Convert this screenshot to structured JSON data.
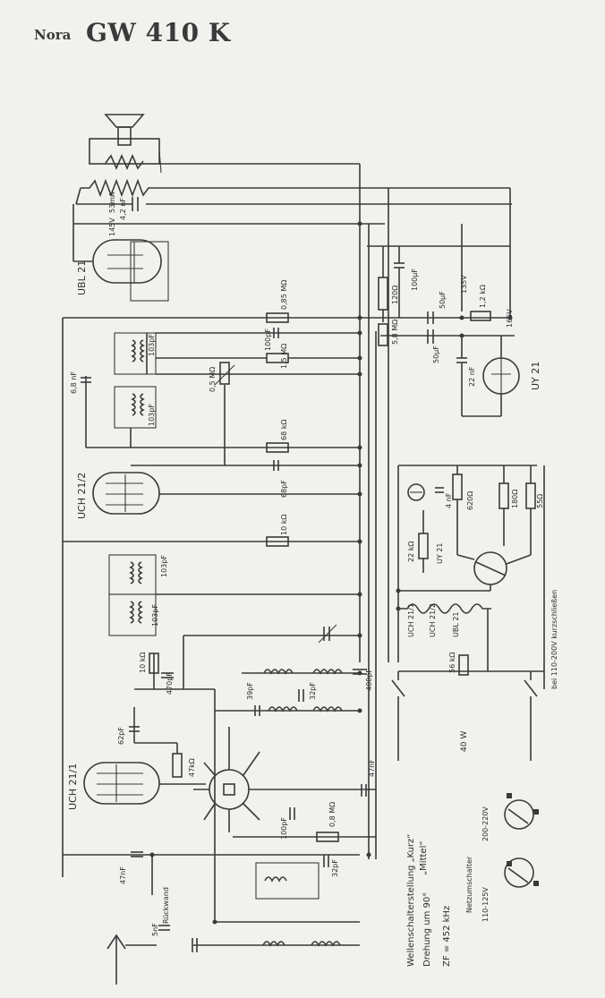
{
  "header": {
    "brand": "Nora",
    "model": "GW 410 K"
  },
  "tubes": {
    "ubl21": "UBL 21",
    "uch21_2": "UCH 21/2",
    "uch21_1": "UCH 21/1",
    "uy21": "UY 21"
  },
  "ratings": {
    "voltage_145": "145V",
    "current_53": "53mA"
  },
  "components": {
    "c_42nf": "4,2 nF",
    "r_085": "0,85 MΩ",
    "r_120": "120Ω",
    "c_100uf": "100µF",
    "v_135": "135V",
    "c_50uf_a": "50µF",
    "r_12k": "1,2 kΩ",
    "v_165": "165V",
    "c_100pf_a": "100pF",
    "r_15m": "1,5 MΩ",
    "r_58m": "5,8 MΩ",
    "c_50uf_b": "50µF",
    "c_22nf": "22 nF",
    "c_68nf": "6,8 nF",
    "c_103pf_a": "103pF",
    "r_05m": "0,5 MΩ",
    "c_103pf_b": "103pF",
    "r_68k": "68 kΩ",
    "c_68pf": "68pF",
    "r_10k_a": "10 kΩ",
    "c_103pf_c": "103pF",
    "c_103pf_d": "103pF",
    "r_10k_b": "10 kΩ",
    "c_470pf": "470pF",
    "c_39pf": "39pF",
    "c_32pf_a": "32pF",
    "c_400pf": "400pF",
    "c_62pf": "62pF",
    "r_47k": "47kΩ",
    "c_47nf_a": "47nF",
    "c_100pf_b": "100pF",
    "r_08m": "0,8 MΩ",
    "c_32pf_b": "32pF",
    "c_47nf_b": "47nF",
    "c_5nf": "5nF",
    "c_4nf": "4 nF",
    "r_620": "620Ω",
    "r_22k": "22 kΩ",
    "r_180": "180Ω",
    "r_55": "55Ω",
    "r_56k": "56 kΩ",
    "heater_uy21": "UY 21",
    "heater_uch211": "UCH 21/1",
    "heater_uch212": "UCH 21/2",
    "heater_ubl21": "UBL 21"
  },
  "annotations": {
    "rueckwand": "Rückwand",
    "shorting": "bei 110-200V kurzschließen",
    "power": "40 W",
    "switch_title": "Netzumschalter",
    "switch_low": "110-125V",
    "switch_high": "200-220V",
    "wave_line1": "Wellenschalterstellung „Kurz“",
    "wave_line2": "„Mittel“",
    "wave_line3": "Drehung um 90°",
    "zf": "ZF = 452 kHz"
  }
}
